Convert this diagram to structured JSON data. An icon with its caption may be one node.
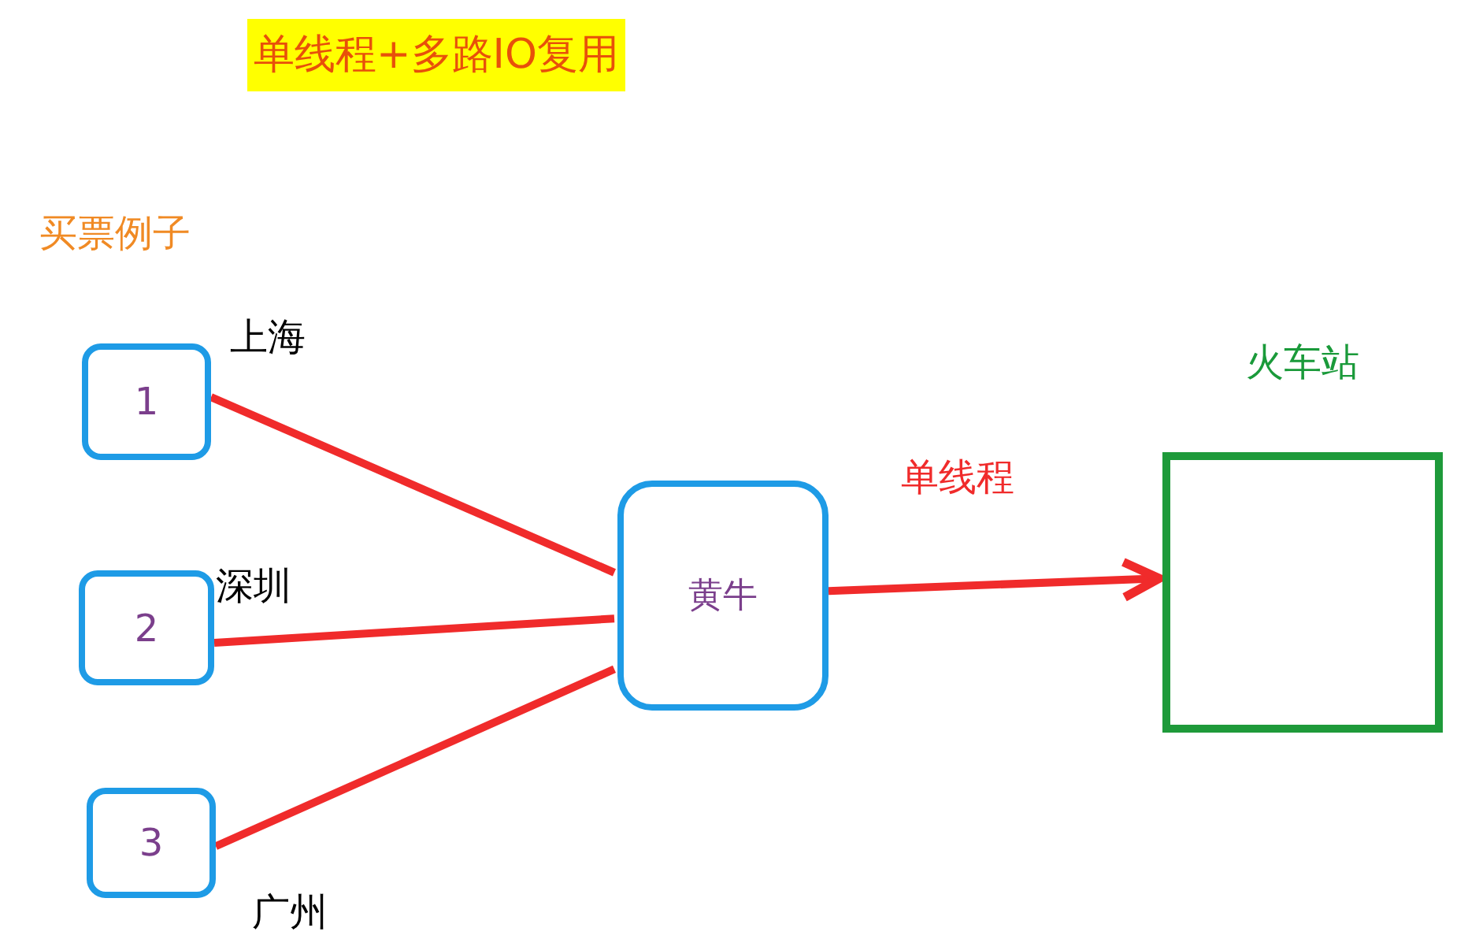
{
  "diagram": {
    "title": "单线程+多路IO复用",
    "nodes": [
      {
        "text": [
          "1"
        ],
        "beside": [
          "上海"
        ]
      },
      {
        "text": [
          "2"
        ],
        "beside": [
          "深圳"
        ]
      },
      {
        "text": [
          "3"
        ],
        "beside": [
          "广州"
        ]
      },
      {
        "text": [
          "黄牛"
        ]
      },
      {
        "text": [
          "火车站"
        ]
      }
    ],
    "edges": [
      {
        "from": 0,
        "to": 3,
        "arrow": "none"
      },
      {
        "from": 1,
        "to": 3,
        "arrow": "none"
      },
      {
        "from": 2,
        "to": 3,
        "arrow": "none"
      },
      {
        "from": 3,
        "to": 4,
        "arrow": "to",
        "label": "单线程"
      }
    ],
    "labels": [
      "买票例子"
    ]
  }
}
